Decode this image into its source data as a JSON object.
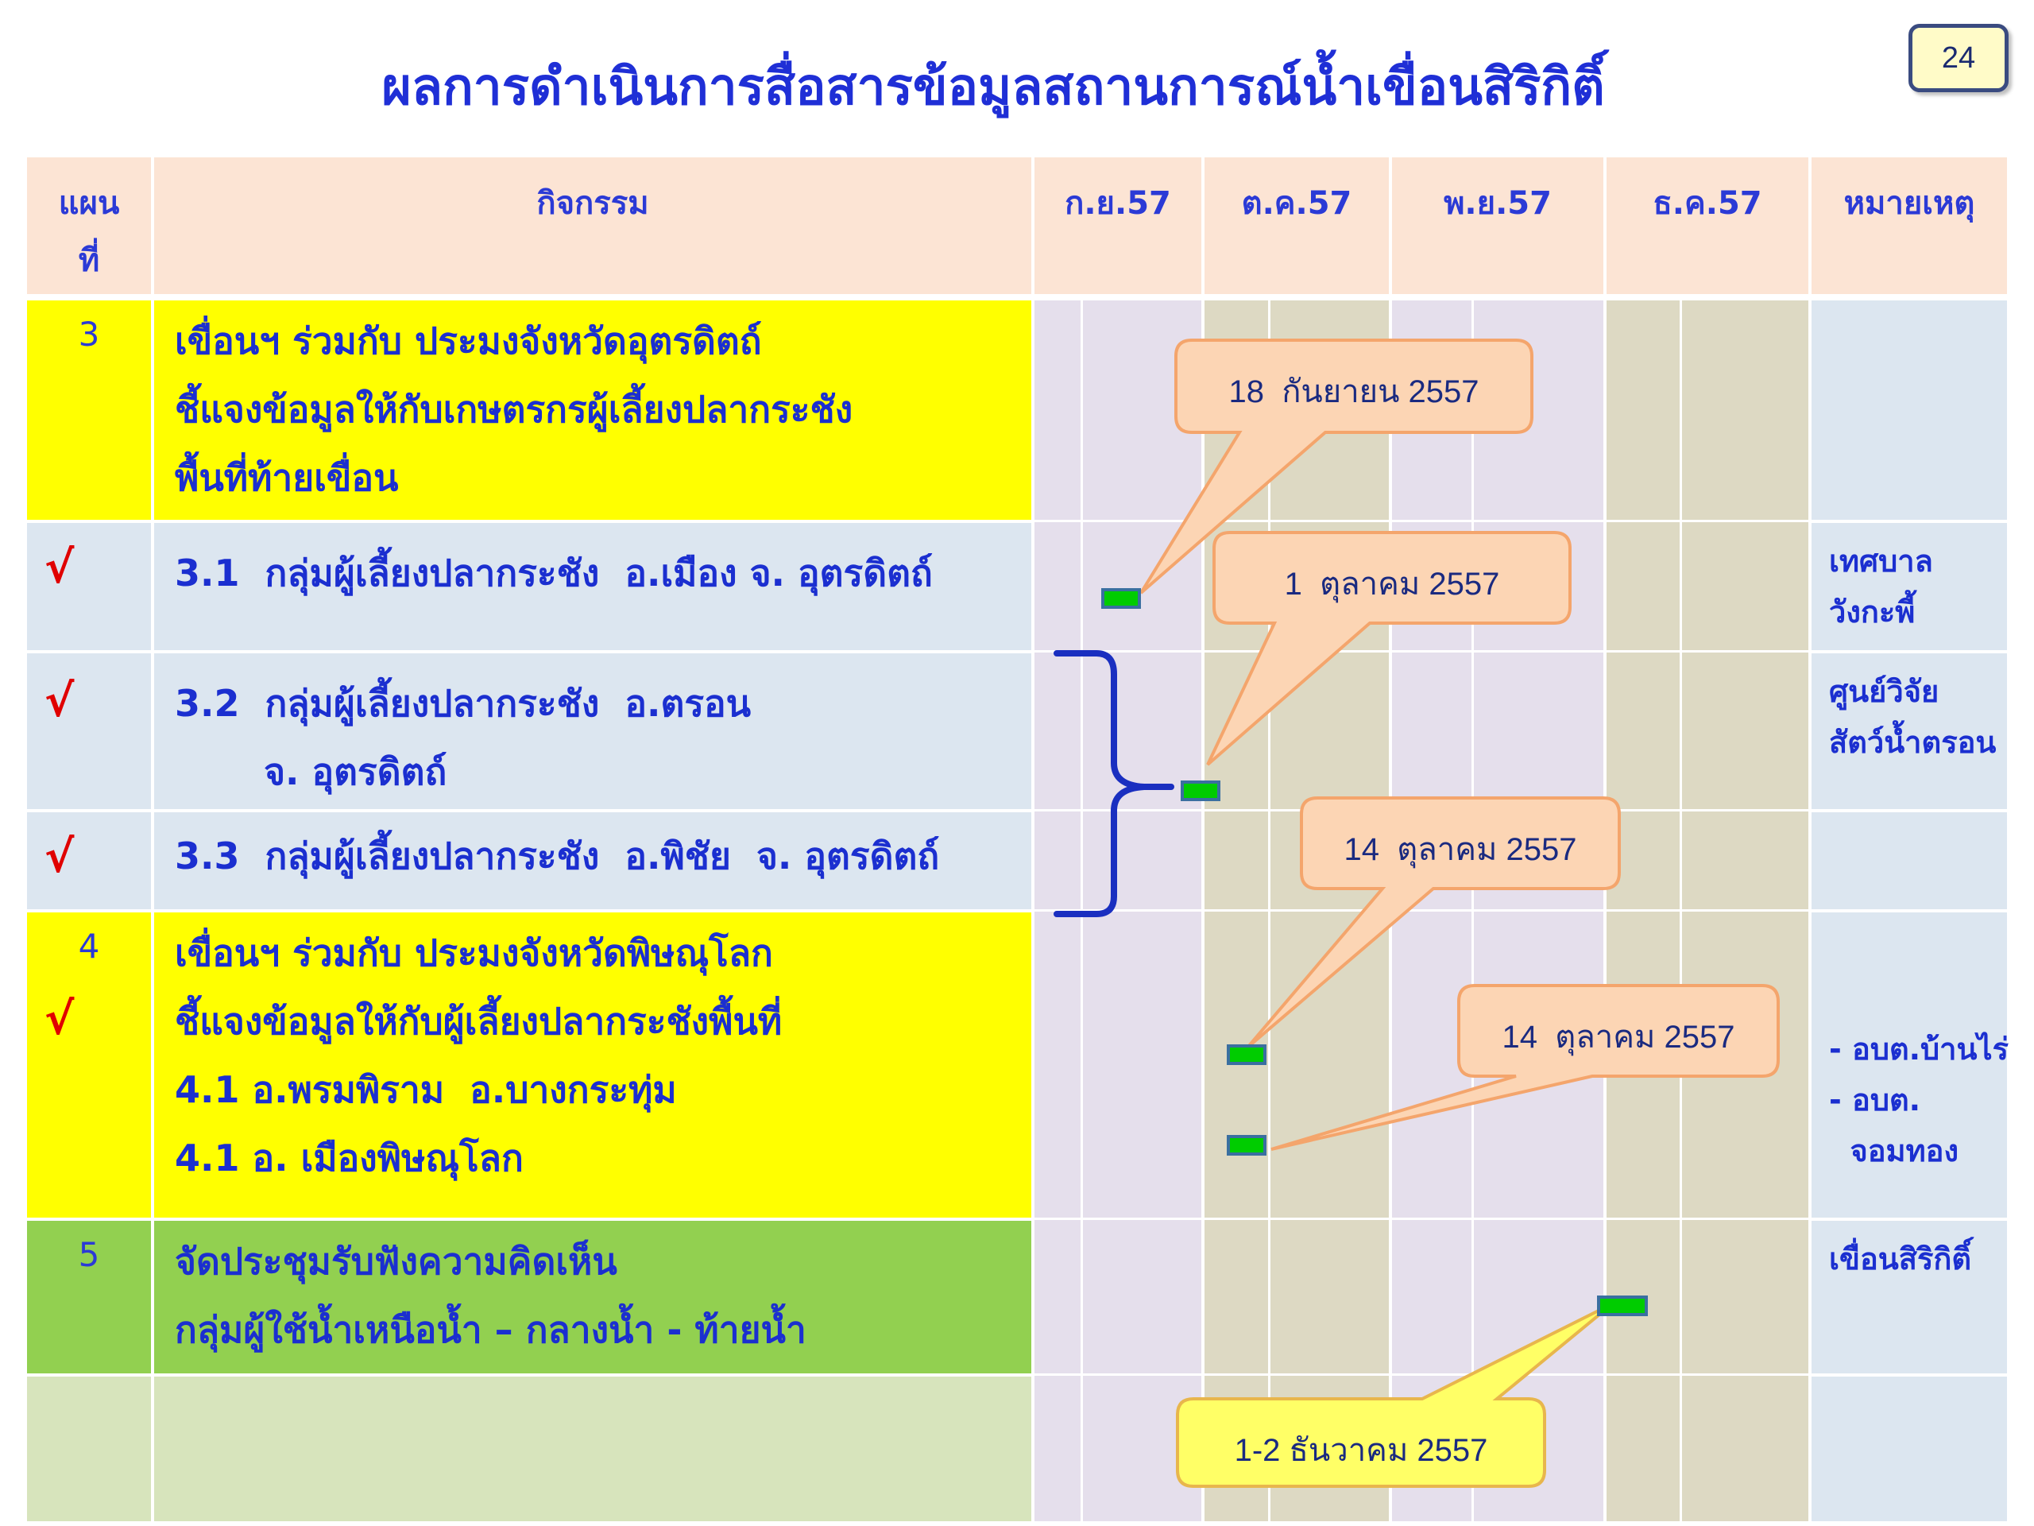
{
  "title": "ผลการดำเนินการสื่อสารข้อมูลสถานการณ์น้ำเขื่อนสิริกิติ์",
  "page_number": "24",
  "headers": {
    "plan": "แผน\nที่",
    "activity": "กิจกรรม",
    "months": [
      "ก.ย.57",
      "ต.ค.57",
      "พ.ย.57",
      "ธ.ค.57"
    ],
    "remark": "หมายเหตุ"
  },
  "rows": [
    {
      "plan": "3",
      "check": "",
      "activity": "เขื่อนฯ ร่วมกับ ประมงจังหวัดอุตรดิตถ์\nชี้แจงข้อมูลให้กับเกษตรกรผู้เลี้ยงปลากระชัง\nพื้นที่ท้ายเขื่อน",
      "remark": ""
    },
    {
      "plan": "",
      "check": "√",
      "activity": "3.1  กลุ่มผู้เลี้ยงปลากระชัง  อ.เมือง จ. อุตรดิตถ์",
      "remark": "เทศบาล\nวังกะพี้"
    },
    {
      "plan": "",
      "check": "√",
      "activity": "3.2  กลุ่มผู้เลี้ยงปลากระชัง  อ.ตรอน\n       จ. อุตรดิตถ์",
      "remark": "ศูนย์วิจัย\nสัตว์น้ำตรอน"
    },
    {
      "plan": "",
      "check": "√",
      "activity": "3.3  กลุ่มผู้เลี้ยงปลากระชัง  อ.พิชัย  จ. อุตรดิตถ์",
      "remark": ""
    },
    {
      "plan": "4",
      "check": "√",
      "activity": "เขื่อนฯ ร่วมกับ ประมงจังหวัดพิษณุโลก\nชี้แจงข้อมูลให้กับผู้เลี้ยงปลากระชังพื้นที่\n4.1 อ.พรมพิราม  อ.บางกระทุ่ม\n4.1 อ. เมืองพิษณุโลก",
      "remark": "- อบต.บ้านไร่\n- อบต.\n  จอมทอง"
    },
    {
      "plan": "5",
      "check": "",
      "activity": "จัดประชุมรับฟังความคิดเห็น\nกลุ่มผู้ใช้น้ำเหนือน้ำ – กลางน้ำ - ท้ายน้ำ",
      "remark": "เขื่อนสิริกิติ์"
    },
    {
      "plan": "",
      "check": "",
      "activity": "",
      "remark": ""
    }
  ],
  "callouts": [
    {
      "text": "18  กันยายน 2557"
    },
    {
      "text": "1  ตุลาคม 2557"
    },
    {
      "text": "14  ตุลาคม 2557"
    },
    {
      "text": "14  ตุลาคม 2557"
    },
    {
      "text": "1-2 ธันวาคม 2557"
    }
  ],
  "colors": {
    "title": "#1f2fd6",
    "header_bg": "#fce4d4",
    "highlight_yellow": "#ffff00",
    "highlight_green": "#92d050",
    "sub_row_bg": "#dce6f0",
    "last_row_bg": "#d7e4bc",
    "check_red": "#e00000",
    "callout_fill": "#fcd5b4",
    "callout_yellow": "#ffff66",
    "marker_green": "#00cc00",
    "brace_blue": "#1a2fc0"
  }
}
